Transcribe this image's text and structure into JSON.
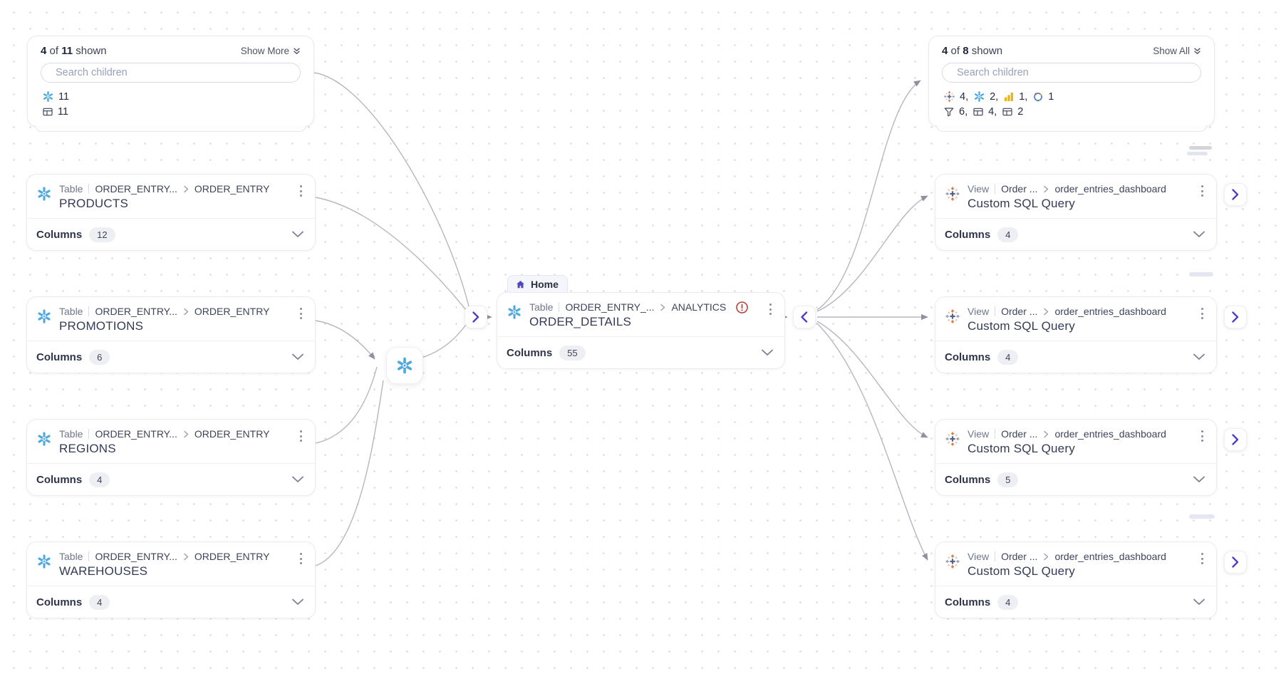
{
  "colors": {
    "accent_indigo": "#4a3fc1",
    "snowflake_blue": "#4fa9de",
    "warning_red": "#b5423a",
    "edge_gray": "#b5b7c0",
    "powerbi_gold": "#e9b617",
    "home_icon_purple": "#4f46c0"
  },
  "upstream_panel": {
    "shown_count": "4",
    "shown_of": "of",
    "shown_total": "11",
    "shown_suffix": "shown",
    "action_label": "Show More",
    "search_placeholder": "Search children",
    "rows": [
      {
        "segments": [
          {
            "icon": "snowflake-icon",
            "text": "11"
          }
        ]
      },
      {
        "segments": [
          {
            "icon": "table-icon",
            "text": "11"
          }
        ]
      }
    ]
  },
  "downstream_panel": {
    "shown_count": "4",
    "shown_of": "of",
    "shown_total": "8",
    "shown_suffix": "shown",
    "action_label": "Show All",
    "search_placeholder": "Search children",
    "rows": [
      {
        "segments": [
          {
            "icon": "tableau-icon",
            "text": "4,"
          },
          {
            "icon": "snowflake-icon",
            "text": "2,"
          },
          {
            "icon": "powerbi-icon",
            "text": "1,"
          },
          {
            "icon": "looker-icon",
            "text": "1"
          }
        ]
      },
      {
        "segments": [
          {
            "icon": "filter-icon",
            "text": "6,"
          },
          {
            "icon": "table-icon",
            "text": "4,"
          },
          {
            "icon": "table-icon",
            "text": "2"
          }
        ]
      }
    ]
  },
  "upstream_nodes": [
    {
      "icon": "snowflake-icon",
      "type": "Table",
      "db": "ORDER_ENTRY...",
      "schema": "ORDER_ENTRY",
      "title": "PRODUCTS",
      "columns_label": "Columns",
      "count": "12"
    },
    {
      "icon": "snowflake-icon",
      "type": "Table",
      "db": "ORDER_ENTRY...",
      "schema": "ORDER_ENTRY",
      "title": "PROMOTIONS",
      "columns_label": "Columns",
      "count": "6"
    },
    {
      "icon": "snowflake-icon",
      "type": "Table",
      "db": "ORDER_ENTRY...",
      "schema": "ORDER_ENTRY",
      "title": "REGIONS",
      "columns_label": "Columns",
      "count": "4"
    },
    {
      "icon": "snowflake-icon",
      "type": "Table",
      "db": "ORDER_ENTRY...",
      "schema": "ORDER_ENTRY",
      "title": "WAREHOUSES",
      "columns_label": "Columns",
      "count": "4"
    }
  ],
  "focus_node": {
    "badge_label": "Home",
    "icon": "snowflake-icon",
    "type": "Table",
    "db": "ORDER_ENTRY_...",
    "schema": "ANALYTICS",
    "warning_icon": "warning-icon",
    "title": "ORDER_DETAILS",
    "columns_label": "Columns",
    "count": "55"
  },
  "downstream_nodes": [
    {
      "icon": "tableau-icon",
      "type": "View",
      "db": "Order ...",
      "schema": "order_entries_dashboard",
      "title": "Custom SQL Query",
      "columns_label": "Columns",
      "count": "4"
    },
    {
      "icon": "tableau-icon",
      "type": "View",
      "db": "Order ...",
      "schema": "order_entries_dashboard",
      "title": "Custom SQL Query",
      "columns_label": "Columns",
      "count": "4"
    },
    {
      "icon": "tableau-icon",
      "type": "View",
      "db": "Order ...",
      "schema": "order_entries_dashboard",
      "title": "Custom SQL Query",
      "columns_label": "Columns",
      "count": "5"
    },
    {
      "icon": "tableau-icon",
      "type": "View",
      "db": "Order ...",
      "schema": "order_entries_dashboard",
      "title": "Custom SQL Query",
      "columns_label": "Columns",
      "count": "4"
    }
  ]
}
